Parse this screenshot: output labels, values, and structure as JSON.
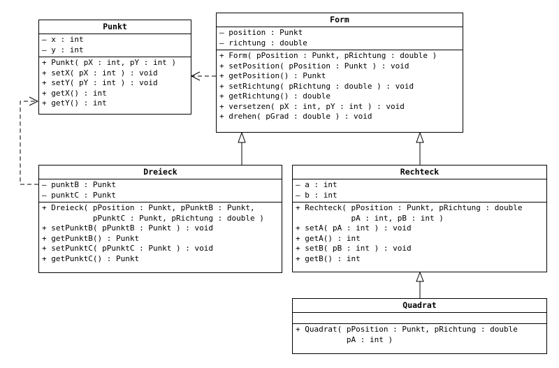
{
  "diagram": {
    "classes": {
      "punkt": {
        "name": "Punkt",
        "attributes": [
          "– x : int",
          "– y : int"
        ],
        "methods": [
          "+ Punkt( pX : int, pY : int )",
          "+ setX( pX : int ) : void",
          "+ setY( pY : int ) : void",
          "+ getX() : int",
          "+ getY() : int"
        ]
      },
      "form": {
        "name": "Form",
        "attributes": [
          "– position : Punkt",
          "– richtung : double"
        ],
        "methods": [
          "+ Form( pPosition : Punkt, pRichtung : double )",
          "+ setPosition( pPosition : Punkt ) : void",
          "+ getPosition() : Punkt",
          "+ setRichtung( pRichtung : double ) : void",
          "+ getRichtung() : double",
          "+ versetzen( pX : int, pY : int ) : void",
          "+ drehen( pGrad : double ) : void"
        ]
      },
      "dreieck": {
        "name": "Dreieck",
        "attributes": [
          "– punktB : Punkt",
          "– punktC : Punkt"
        ],
        "methods": [
          "+ Dreieck( pPosition : Punkt, pPunktB : Punkt,",
          "           pPunktC : Punkt, pRichtung : double )",
          "+ setPunktB( pPunktB : Punkt ) : void",
          "+ getPunktB() : Punkt",
          "+ setPunktC( pPunktC : Punkt ) : void",
          "+ getPunktC() : Punkt"
        ]
      },
      "rechteck": {
        "name": "Rechteck",
        "attributes": [
          "– a : int",
          "– b : int"
        ],
        "methods": [
          "+ Rechteck( pPosition : Punkt, pRichtung : double",
          "            pA : int, pB : int )",
          "+ setA( pA : int ) : void",
          "+ getA() : int",
          "+ setB( pB : int ) : void",
          "+ getB() : int"
        ]
      },
      "quadrat": {
        "name": "Quadrat",
        "attributes": [],
        "methods": [
          "+ Quadrat( pPosition : Punkt, pRichtung : double",
          "           pA : int )"
        ]
      }
    },
    "relations": [
      {
        "type": "generalization",
        "from": "Dreieck",
        "to": "Form"
      },
      {
        "type": "generalization",
        "from": "Rechteck",
        "to": "Form"
      },
      {
        "type": "generalization",
        "from": "Quadrat",
        "to": "Rechteck"
      },
      {
        "type": "dependency",
        "from": "Form",
        "to": "Punkt"
      },
      {
        "type": "dependency",
        "from": "Dreieck",
        "to": "Punkt"
      }
    ]
  }
}
